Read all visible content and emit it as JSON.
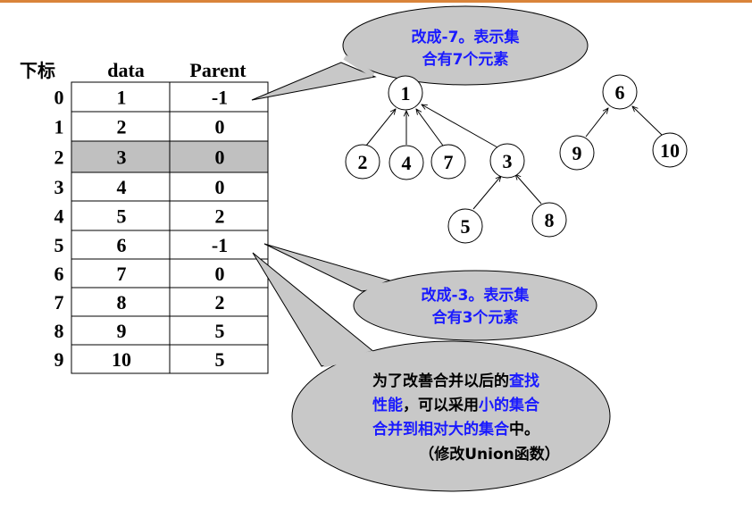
{
  "table": {
    "headers": {
      "index": "下标",
      "data": "data",
      "parent": "Parent"
    },
    "highlighted_row": 2,
    "rows": [
      {
        "index": "0",
        "data": "1",
        "parent": "-1"
      },
      {
        "index": "1",
        "data": "2",
        "parent": "0"
      },
      {
        "index": "2",
        "data": "3",
        "parent": "0"
      },
      {
        "index": "3",
        "data": "4",
        "parent": "0"
      },
      {
        "index": "4",
        "data": "5",
        "parent": "2"
      },
      {
        "index": "5",
        "data": "6",
        "parent": "-1"
      },
      {
        "index": "6",
        "data": "7",
        "parent": "0"
      },
      {
        "index": "7",
        "data": "8",
        "parent": "2"
      },
      {
        "index": "8",
        "data": "9",
        "parent": "5"
      },
      {
        "index": "9",
        "data": "10",
        "parent": "5"
      }
    ]
  },
  "callouts": {
    "top": {
      "line1": "改成-7。表示集",
      "line2": "合有7个元素"
    },
    "middle": {
      "line1": "改成-3。表示集",
      "line2": "合有3个元素"
    },
    "bottom": {
      "l1a": "为了改善合并以后的",
      "l1b": "查找",
      "l2a": "性能",
      "l2b": "，可以采用",
      "l2c": "小的集合",
      "l3a": "合并到相对大的集合",
      "l3b": "中。",
      "l4": "（修改Union函数）"
    }
  },
  "trees": {
    "nodes": {
      "n1": "1",
      "n2": "2",
      "n4": "4",
      "n7": "7",
      "n3": "3",
      "n5": "5",
      "n8": "8",
      "n6": "6",
      "n9": "9",
      "n10": "10"
    }
  },
  "colors": {
    "accent_bar": "#d9843a",
    "highlight": "#c0c0c0",
    "bubble": "#c8c8c8",
    "blue_text": "#1a1aff"
  }
}
